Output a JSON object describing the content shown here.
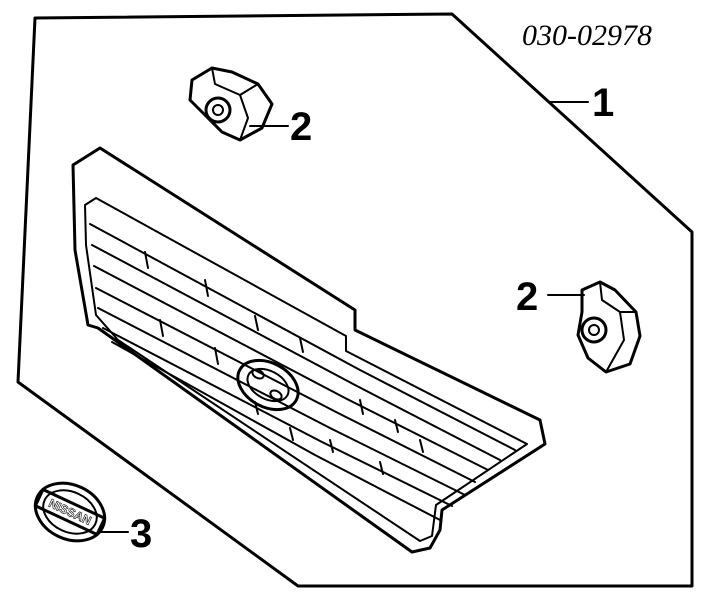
{
  "diagram": {
    "part_number": "030-02978",
    "callouts": {
      "grille": "1",
      "clip_top": "2",
      "clip_right": "2",
      "emblem": "3"
    },
    "emblem_text": "NISSAN"
  }
}
